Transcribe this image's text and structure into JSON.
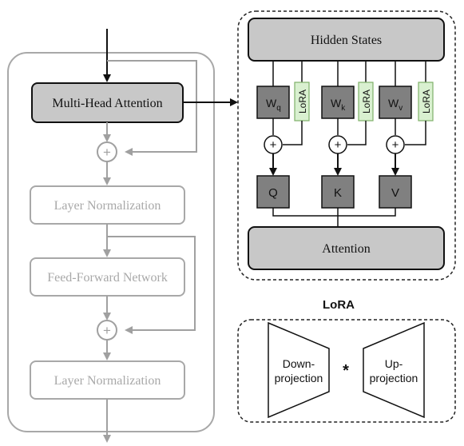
{
  "transformer_block": {
    "multi_head_attention": "Multi-Head Attention",
    "layer_norm_1": "Layer Normalization",
    "feed_forward": "Feed-Forward Network",
    "layer_norm_2": "Layer Normalization",
    "plus_symbol": "+"
  },
  "attention_detail": {
    "hidden_states": "Hidden States",
    "weights": [
      {
        "base": "W",
        "sub": "q"
      },
      {
        "base": "W",
        "sub": "k"
      },
      {
        "base": "W",
        "sub": "v"
      }
    ],
    "lora_label": "LoRA",
    "outputs": [
      "Q",
      "K",
      "V"
    ],
    "attention": "Attention",
    "plus_symbol": "+"
  },
  "lora_module": {
    "title": "LoRA",
    "down_line1": "Down-",
    "down_line2": "projection",
    "operator": "*",
    "up_line1": "Up-",
    "up_line2": "projection"
  },
  "colors": {
    "dark_box_fill": "#c8c8c8",
    "weight_fill": "#808080",
    "lora_fill": "#d9f0d0",
    "lora_border": "#7fb069",
    "grey_stroke": "#a0a0a0",
    "dark_stroke": "#1a1a1a"
  }
}
